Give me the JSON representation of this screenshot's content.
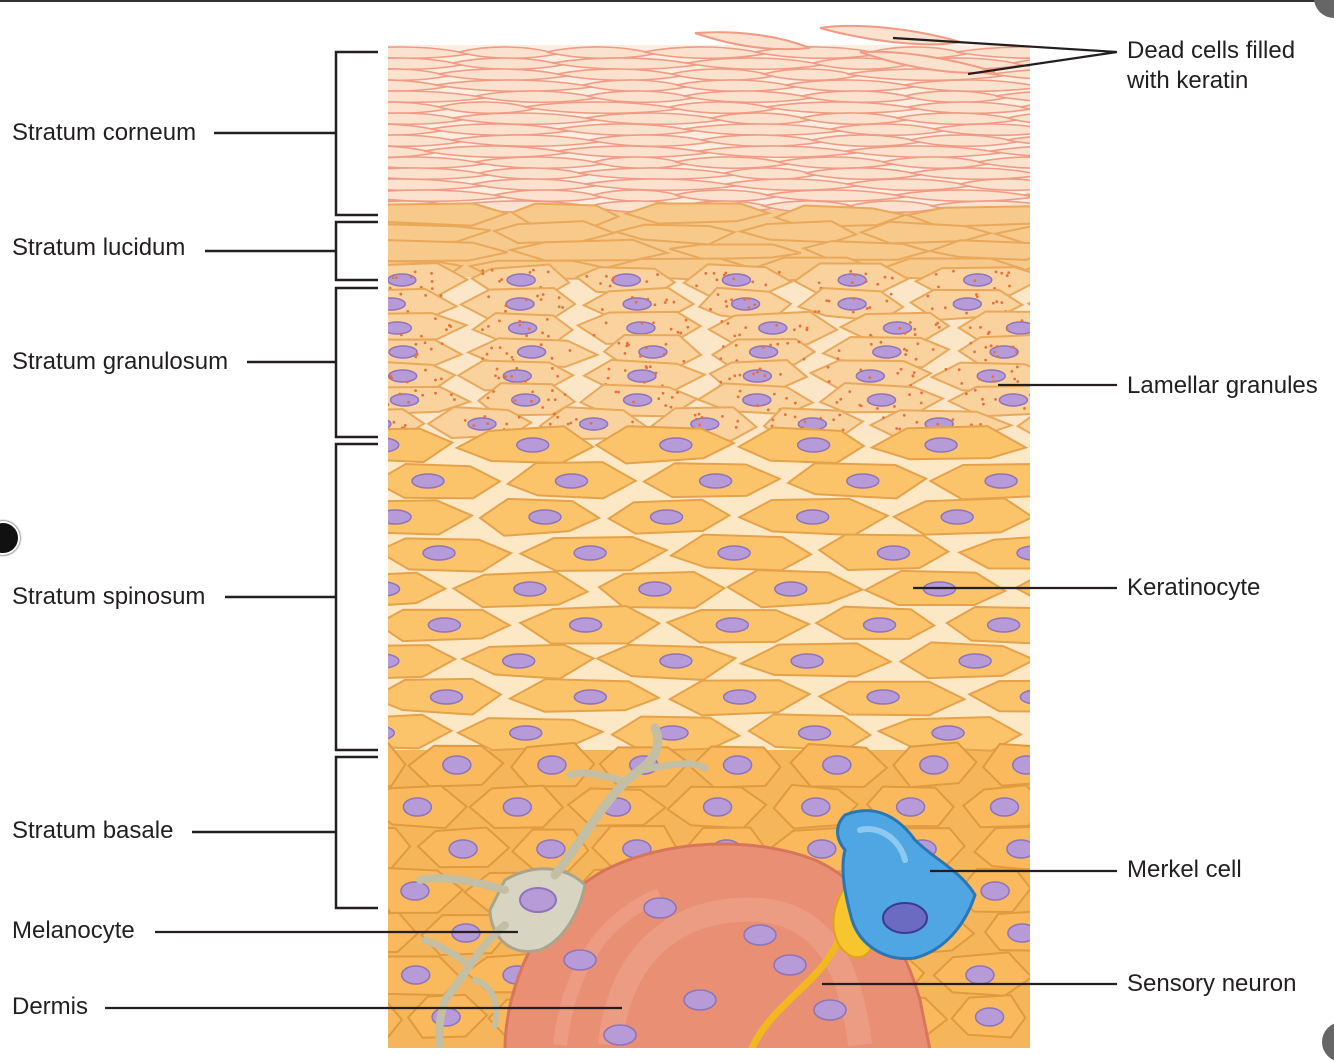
{
  "labels": {
    "left": {
      "stratum_corneum": "Stratum corneum",
      "stratum_lucidum": "Stratum lucidum",
      "stratum_granulosum": "Stratum granulosum",
      "stratum_spinosum": "Stratum spinosum",
      "stratum_basale": "Stratum basale",
      "melanocyte": "Melanocyte",
      "dermis": "Dermis"
    },
    "right": {
      "dead_cells_line1": "Dead cells filled",
      "dead_cells_line2": "with keratin",
      "lamellar_granules": "Lamellar granules",
      "keratinocyte": "Keratinocyte",
      "merkel_cell": "Merkel cell",
      "sensory_neuron": "Sensory neuron"
    }
  },
  "colors": {
    "corneum": "#fbe2cf",
    "corneum_stroke": "#f19a84",
    "lucidum": "#f7c98a",
    "granulosum": "#f9d29e",
    "granule_dot": "#e8703a",
    "keratinocyte": "#fbc46b",
    "keratinocyte_gap": "#fff3dc",
    "nucleus": "#b69bd8",
    "dermis": "#e98f74",
    "melanocyte": "#d7d5c2",
    "merkel": "#4fa6e3",
    "neuron": "#f7c52e",
    "leader": "#231f20"
  }
}
